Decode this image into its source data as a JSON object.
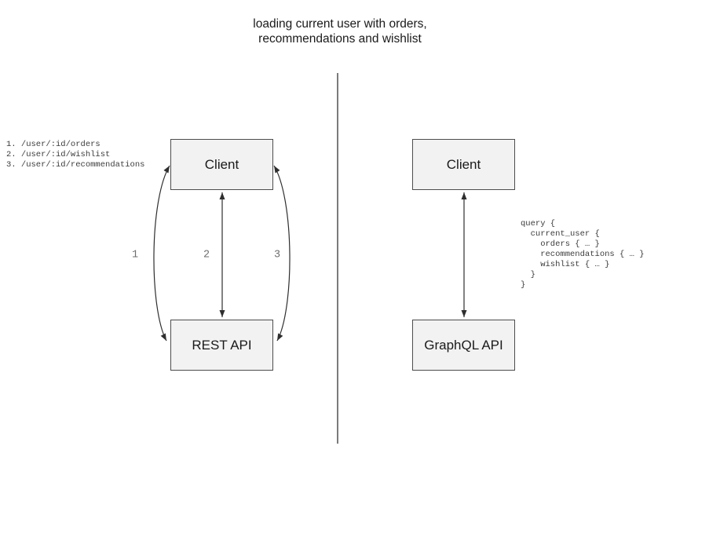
{
  "title": {
    "line1": "loading current user with orders,",
    "line2": "recommendations and wishlist"
  },
  "rest_panel": {
    "client_box": "Client",
    "api_box": "REST API",
    "endpoints_note": "1. /user/:id/orders\n2. /user/:id/wishlist\n3. /user/:id/recommendations",
    "arrow_labels": [
      "1",
      "2",
      "3"
    ]
  },
  "graphql_panel": {
    "client_box": "Client",
    "api_box": "GraphQL API",
    "query_note": "query {\n  current_user {\n    orders { … }\n    recommendations { … }\n    wishlist { … }\n  }\n}"
  },
  "colors": {
    "box-fill": "#f2f2f2",
    "box-border": "#4d4d4d",
    "arrow": "#2e2e2e",
    "divider": "#5a5a5a",
    "label-muted": "#6e6e6e",
    "title-text": "#1a1a1a",
    "code-text": "#3c3c3c"
  }
}
